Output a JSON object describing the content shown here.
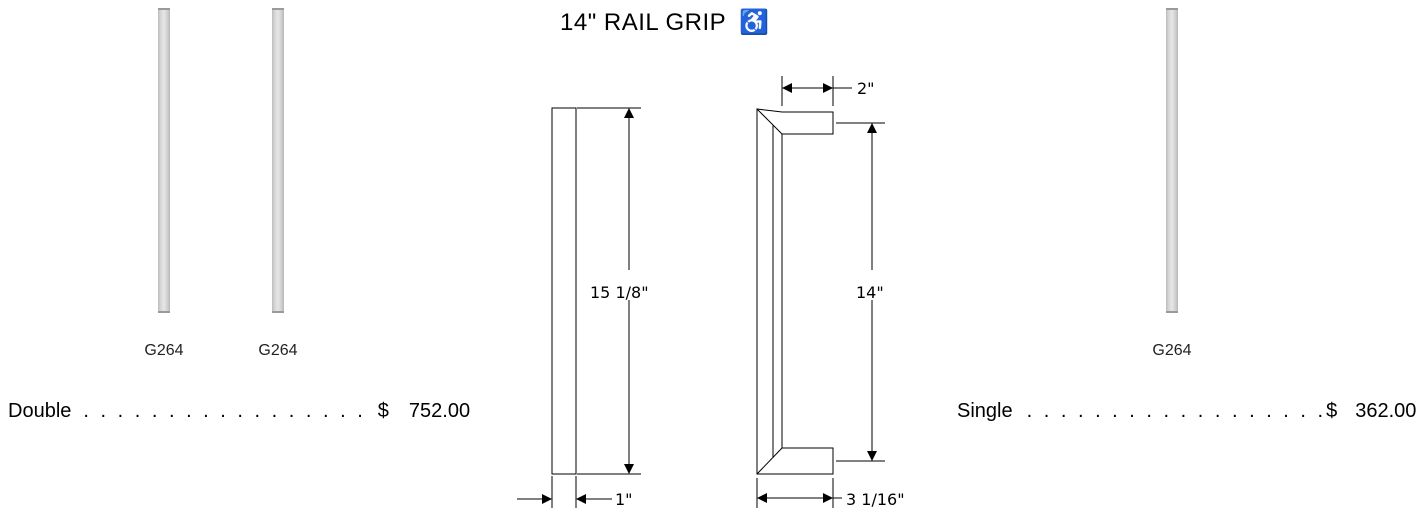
{
  "title": {
    "text": "14\" RAIL GRIP",
    "accessibility_icon": "wheelchair-icon"
  },
  "products": [
    {
      "code": "G264"
    },
    {
      "code": "G264"
    },
    {
      "code": "G264"
    }
  ],
  "pricing": {
    "double": {
      "label": "Double",
      "dots": ". . . . . . . . . . . . . . . . .",
      "currency": "$",
      "amount": "752.00"
    },
    "single": {
      "label": "Single",
      "dots": ". . . . . . . . . . . . . . . . . .",
      "currency": "$",
      "amount": "362.00"
    }
  },
  "dimensions": {
    "overall_length": "15 1/8\"",
    "center_to_center": "14\"",
    "width": "1\"",
    "standoff": "2\"",
    "projection": "3 1/16\""
  }
}
